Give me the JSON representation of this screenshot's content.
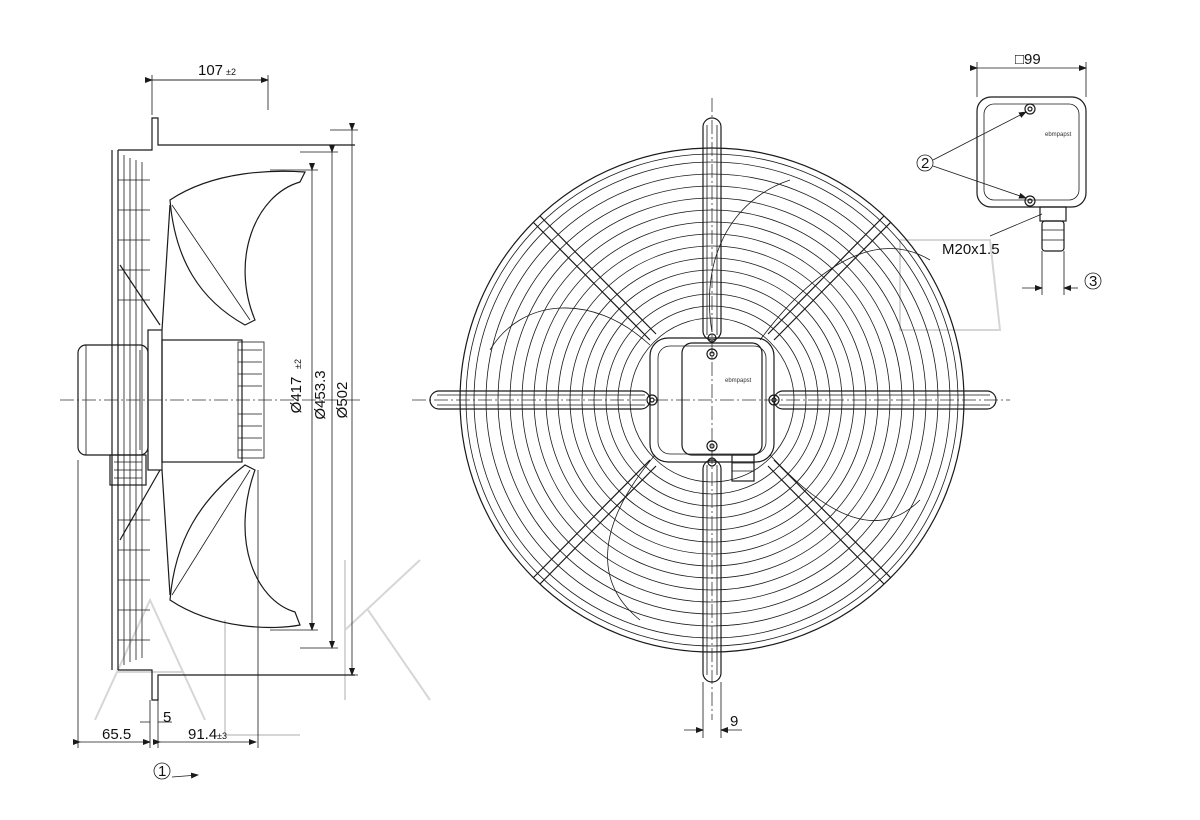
{
  "dimensions": {
    "depth_107": "107",
    "depth_107_tol": "±2",
    "dia_417": "Ø417",
    "dia_417_tol": "±2",
    "dia_453": "Ø453.3",
    "dia_502": "Ø502",
    "offset_65": "65.5",
    "offset_5": "5",
    "depth_91": "91.4",
    "depth_91_tol": "±3",
    "grille_9": "9",
    "box_99": "□99",
    "thread": "M20x1.5"
  },
  "callouts": {
    "c1": "1",
    "c2": "2",
    "c3": "3"
  },
  "brand_label": "ebmpapst",
  "brand_label_small": "ebmpapst"
}
